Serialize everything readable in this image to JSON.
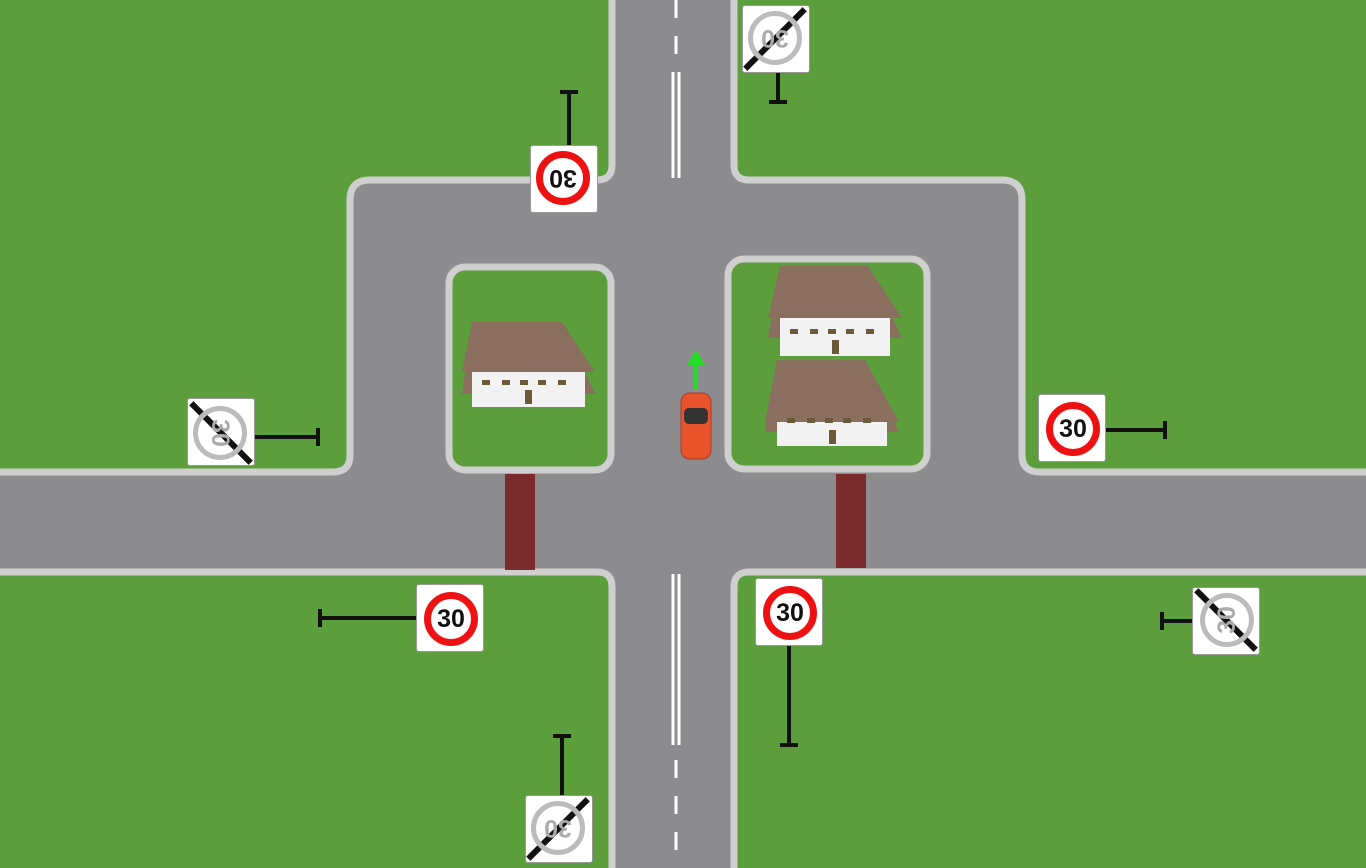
{
  "scene": {
    "speed_limit": "30",
    "colors": {
      "grass": "#5c9e3c",
      "road": "#8c8c8e",
      "curb": "#cfcfcf",
      "car": "#e8532a",
      "arrow": "#22dd22",
      "bridge": "#7a2a2a"
    },
    "signs": [
      {
        "type": "limit",
        "text": "30"
      },
      {
        "type": "end",
        "text": "30"
      },
      {
        "type": "end",
        "text": "30"
      },
      {
        "type": "limit",
        "text": "30"
      },
      {
        "type": "limit",
        "text": "30"
      },
      {
        "type": "limit",
        "text": "30"
      },
      {
        "type": "end",
        "text": "30"
      },
      {
        "type": "end",
        "text": "30"
      }
    ]
  }
}
